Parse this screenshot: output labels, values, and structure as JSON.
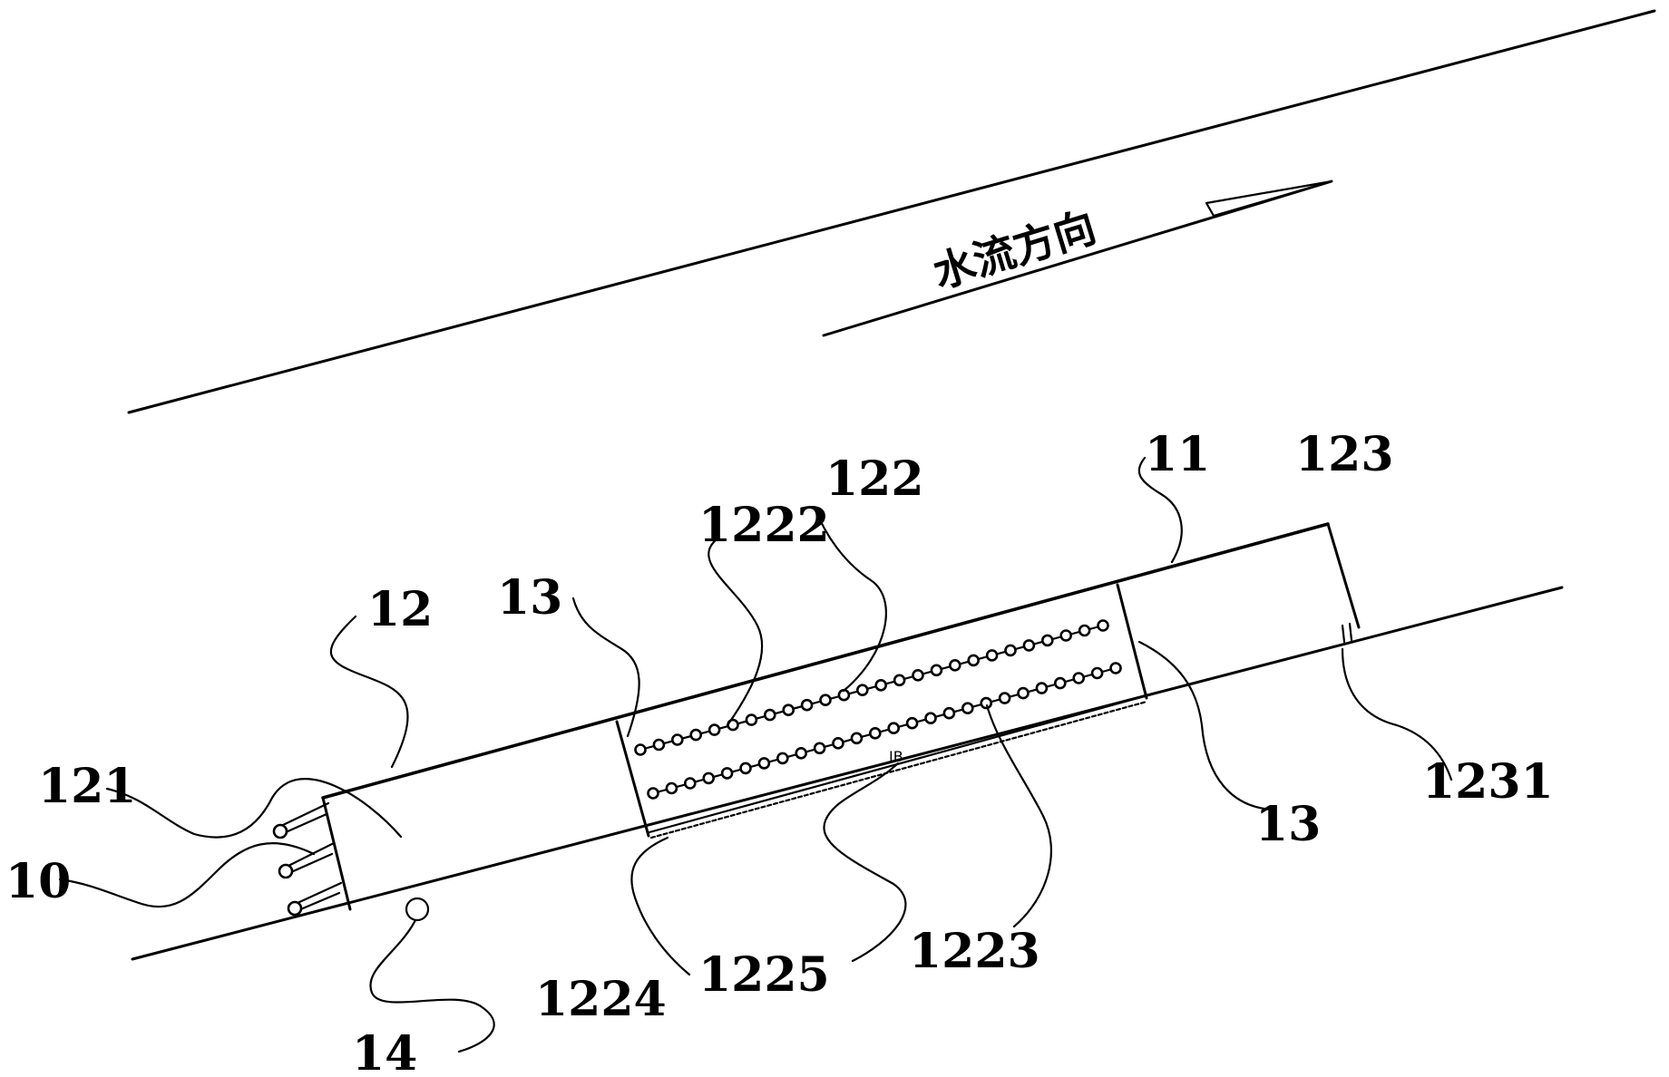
{
  "flow_caption": "水流方向",
  "labels": {
    "l10": "10",
    "l11": "11",
    "l12": "12",
    "l121": "121",
    "l122": "122",
    "l1222": "1222",
    "l1223": "1223",
    "l1224": "1224",
    "l1225": "1225",
    "l123": "123",
    "l1231": "1231",
    "l13a": "13",
    "l13b": "13",
    "l14": "14"
  },
  "colors": {
    "stroke": "#000000",
    "background": "#ffffff"
  }
}
